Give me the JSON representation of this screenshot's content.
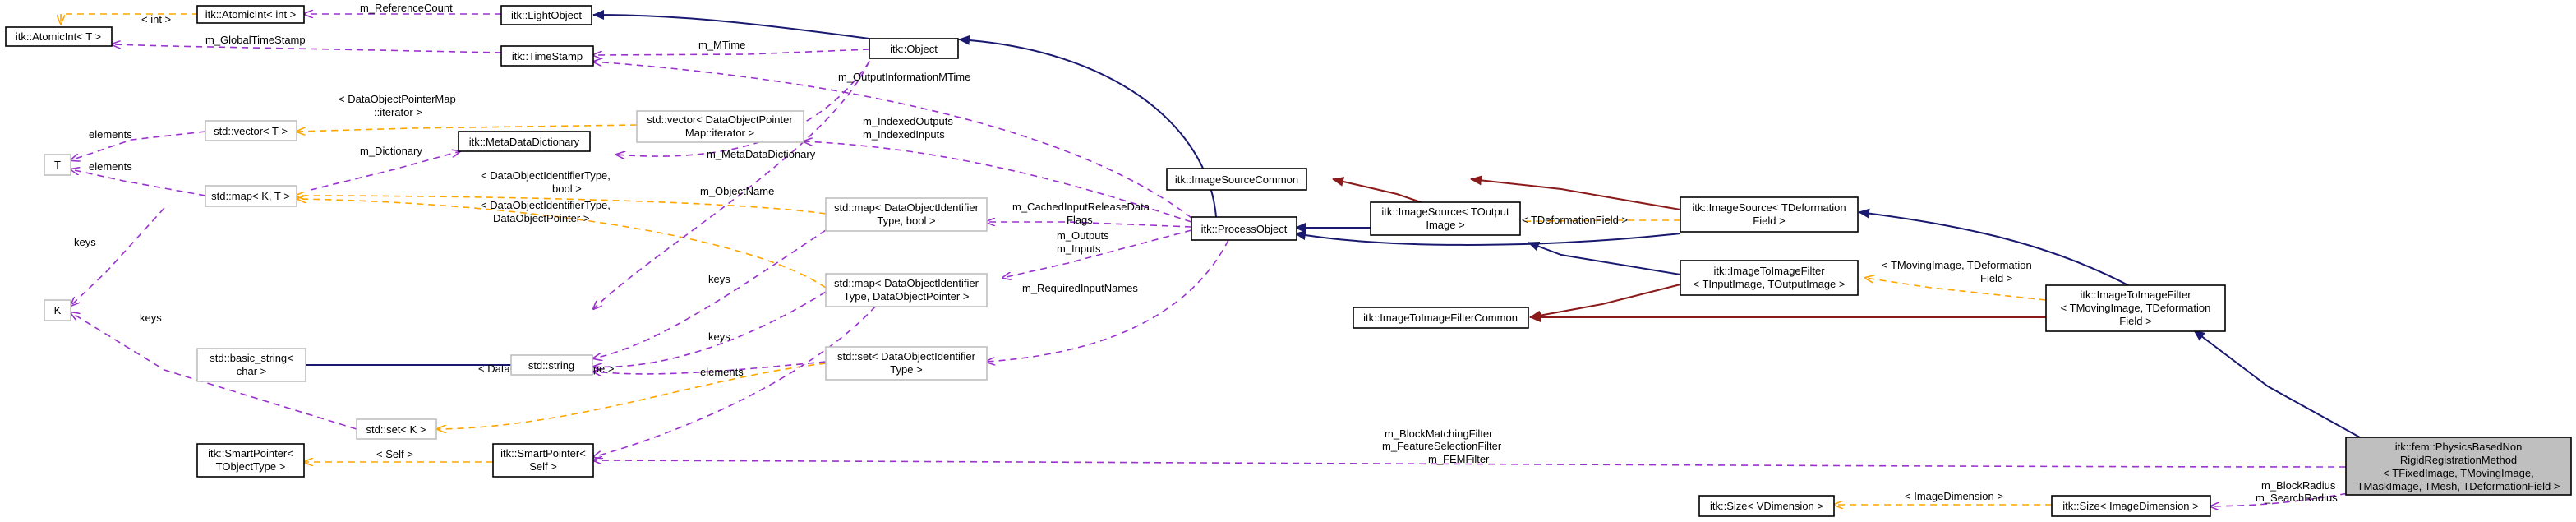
{
  "diagram": {
    "nodes": {
      "atomicint_int": {
        "label": "itk::AtomicInt< int >"
      },
      "atomicint_t": {
        "label": "itk::AtomicInt< T >"
      },
      "lightobject": {
        "label": "itk::LightObject"
      },
      "object": {
        "label": "itk::Object"
      },
      "timestamp": {
        "label": "itk::TimeStamp"
      },
      "vector_t": {
        "label": "std::vector< T >"
      },
      "vector_dop": {
        "lines": [
          "std::vector< DataObjectPointer",
          "Map::iterator >"
        ]
      },
      "metadatadictionary": {
        "label": "itk::MetaDataDictionary"
      },
      "t": {
        "label": "T"
      },
      "map_kt": {
        "label": "std::map< K, T >"
      },
      "k": {
        "label": "K"
      },
      "basic_string": {
        "lines": [
          "std::basic_string<",
          "char >"
        ]
      },
      "string": {
        "label": "std::string"
      },
      "set_k": {
        "label": "std::set< K >"
      },
      "map_doi_bool": {
        "lines": [
          "std::map< DataObjectIdentifier",
          "Type, bool >"
        ]
      },
      "map_doi_dop": {
        "lines": [
          "std::map< DataObjectIdentifier",
          "Type, DataObjectPointer >"
        ]
      },
      "set_doi": {
        "lines": [
          "std::set< DataObjectIdentifier",
          "Type >"
        ]
      },
      "processobject": {
        "label": "itk::ProcessObject"
      },
      "imagesourcecommon": {
        "label": "itk::ImageSourceCommon"
      },
      "imagesource_out": {
        "lines": [
          "itk::ImageSource< TOutput",
          "Image >"
        ]
      },
      "imagesource_def": {
        "lines": [
          "itk::ImageSource< TDeformation",
          "Field >"
        ]
      },
      "imagetoimagefilter_io": {
        "lines": [
          "itk::ImageToImageFilter",
          "< TInputImage, TOutputImage >"
        ]
      },
      "imagetoimagefiltercommon": {
        "label": "itk::ImageToImageFilterCommon"
      },
      "imagetoimagefilter_md": {
        "lines": [
          "itk::ImageToImageFilter",
          "< TMovingImage, TDeformation",
          "Field >"
        ]
      },
      "smartpointer_t": {
        "lines": [
          "itk::SmartPointer<",
          "TObjectType >"
        ]
      },
      "smartpointer_self": {
        "lines": [
          "itk::SmartPointer<",
          "Self >"
        ]
      },
      "size_v": {
        "label": "itk::Size< VDimension >"
      },
      "size_i": {
        "label": "itk::Size< ImageDimension >"
      },
      "physics": {
        "lines": [
          "itk::fem::PhysicsBasedNon",
          "RigidRegistrationMethod",
          "< TFixedImage, TMovingImage,",
          "TMaskImage, TMesh, TDeformationField >"
        ]
      }
    },
    "edge_labels": {
      "int": "< int >",
      "m_referencecount": "m_ReferenceCount",
      "m_globaltimestamp": "m_GlobalTimeStamp",
      "m_mtime": "m_MTime",
      "m_outputinformationmtime": "m_OutputInformationMTime",
      "dop_iterator": [
        "< DataObjectPointerMap",
        "::iterator >"
      ],
      "elements_1": "elements",
      "elements_2": "elements",
      "m_dictionary": "m_Dictionary",
      "m_metadatadictionary": "m_MetaDataDictionary",
      "m_indexed": [
        "m_IndexedOutputs",
        "m_IndexedInputs"
      ],
      "doi_bool": [
        "< DataObjectIdentifierType,",
        "bool >"
      ],
      "doi_dop": [
        "< DataObjectIdentifierType,",
        "DataObjectPointer >"
      ],
      "m_objectname": "m_ObjectName",
      "keys_1": "keys",
      "keys_2": "keys",
      "keys_3": "keys",
      "keys_4": "keys",
      "m_cached": [
        "m_CachedInputReleaseData",
        "Flags"
      ],
      "m_outputs_inputs": [
        "m_Outputs",
        "m_Inputs"
      ],
      "m_requiredinputnames": "m_RequiredInputNames",
      "doi_type": "< DataObjectIdentifierType >",
      "elements_3": "elements",
      "tdeformationfield": "< TDeformationField >",
      "tmoving_tdef": [
        "< TMovingImage, TDeformation",
        "Field >"
      ],
      "self": "< Self >",
      "m_filters": [
        "m_BlockMatchingFilter",
        "m_FeatureSelectionFilter",
        "m_FEMFilter"
      ],
      "imagedimension": "< ImageDimension >",
      "m_radius": [
        "m_BlockRadius",
        "m_SearchRadius"
      ]
    }
  }
}
